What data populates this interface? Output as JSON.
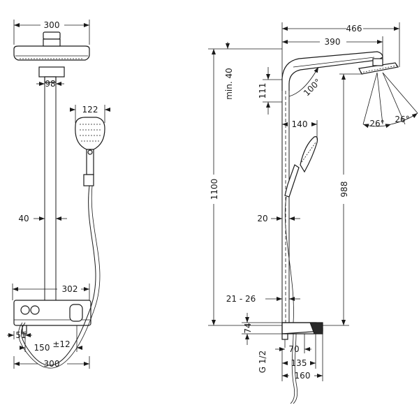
{
  "front_view": {
    "dims": {
      "head_width": "300",
      "arm_width": "98",
      "hand_width": "122",
      "pipe_width": "40",
      "thermo_width": "302",
      "offset_small": "51",
      "centre_distance": "150",
      "tolerance": "±12",
      "bottom_width": "300"
    }
  },
  "side_view": {
    "dims": {
      "total_reach": "466",
      "arm_reach": "390",
      "min_label": "min. 40",
      "arm_drop": "111",
      "arm_angle": "100°",
      "spray_angle_left": "26°",
      "spray_angle_right": "26°",
      "hand_depth": "140",
      "total_height": "1100",
      "head_height": "988",
      "pipe_depth": "20",
      "wall_gap": "21 - 26",
      "thermo_height": "74",
      "thread_label": "G 1/2",
      "thermo_offset": "70",
      "thermo_depth": "135",
      "thermo_total": "160"
    }
  }
}
